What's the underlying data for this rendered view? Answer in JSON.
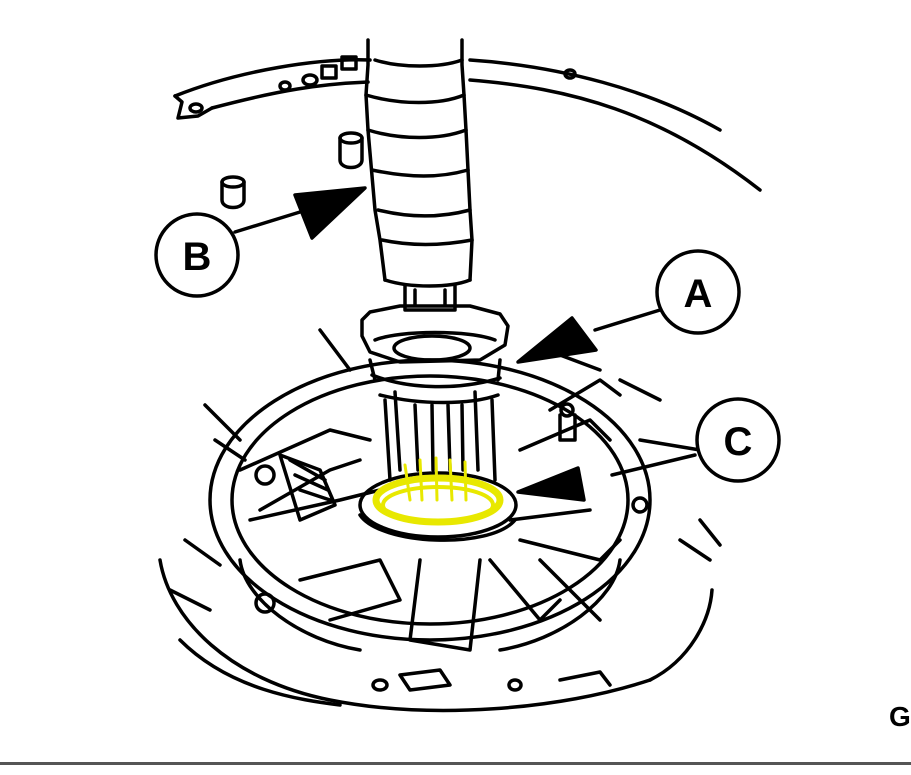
{
  "callouts": {
    "a": {
      "label": "A"
    },
    "b": {
      "label": "B"
    },
    "c": {
      "label": "C"
    }
  },
  "figure_code": "G",
  "colors": {
    "ink": "#000000",
    "paper": "#ffffff",
    "highlight": "#e8e800",
    "rule": "#555555"
  }
}
